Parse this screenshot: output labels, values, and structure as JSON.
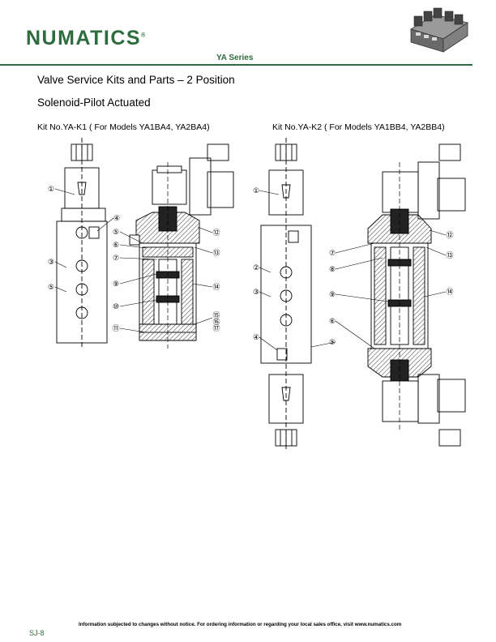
{
  "header": {
    "brand": "NUMATICS",
    "brand_mark": "®",
    "series": "YA Series"
  },
  "title": "Valve Service Kits and Parts – 2 Position",
  "subtitle": "Solenoid-Pilot Actuated",
  "kits": [
    {
      "label": "Kit No.YA-K1 ( For Models YA1BA4, YA2BA4)",
      "callouts_left": [
        "①",
        "④",
        "③",
        "⑤"
      ],
      "callouts_right": [
        "⑤",
        "⑥",
        "⑦",
        "⑨",
        "⑩",
        "⑪",
        "⑫",
        "⑬",
        "⑭",
        "⑮",
        "⑯",
        "⑰"
      ]
    },
    {
      "label": "Kit No.YA-K2 ( For Models YA1BB4, YA2BB4)",
      "callouts_left": [
        "①",
        "②",
        "③",
        "④",
        "⑤"
      ],
      "callouts_right": [
        "⑦",
        "⑧",
        "⑨",
        "⑥",
        "⑫",
        "⑬",
        "⑭"
      ]
    }
  ],
  "footer": {
    "page": "SJ-8",
    "note": "Information subjected to changes without notice. For ordering information or regarding your local sales office, visit  www.numatics.com"
  },
  "colors": {
    "brand_green": "#2e6b3f",
    "drawing_line": "#000000",
    "hatch": "#555555"
  }
}
